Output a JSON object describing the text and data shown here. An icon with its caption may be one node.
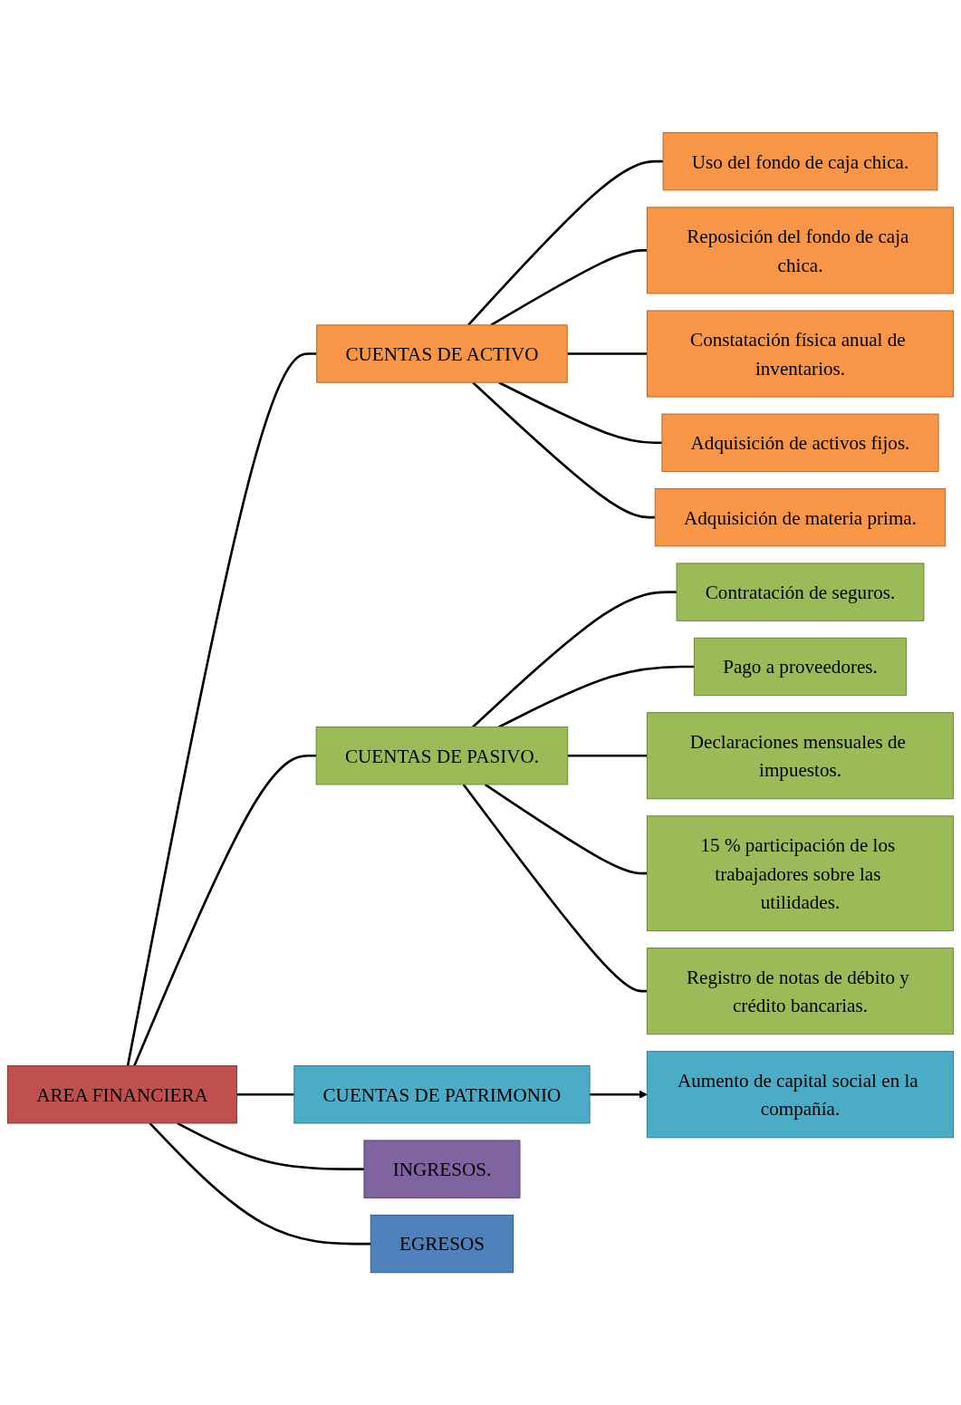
{
  "diagram": {
    "nodes": [
      {
        "text": [
          "AREA FINANCIERA"
        ]
      },
      {
        "text": [
          "CUENTAS DE ACTIVO"
        ]
      },
      {
        "text": [
          "Uso del fondo de caja chica."
        ]
      },
      {
        "text": [
          "Reposición del fondo de caja chica."
        ]
      },
      {
        "text": [
          "Constatación física anual de inventarios."
        ]
      },
      {
        "text": [
          "Adquisición de activos fijos."
        ]
      },
      {
        "text": [
          "Adquisición de materia prima."
        ]
      },
      {
        "text": [
          "CUENTAS DE PASIVO."
        ]
      },
      {
        "text": [
          "Contratación de seguros."
        ]
      },
      {
        "text": [
          "Pago a proveedores."
        ]
      },
      {
        "text": [
          "Declaraciones mensuales de impuestos."
        ]
      },
      {
        "text": [
          "15 % participación de los trabajadores sobre las utilidades."
        ]
      },
      {
        "text": [
          "Registro de notas de débito y crédito bancarias."
        ]
      },
      {
        "text": [
          "CUENTAS DE PATRIMONIO"
        ]
      },
      {
        "text": [
          "Aumento de capital social en la compañía."
        ]
      },
      {
        "text": [
          "INGRESOS."
        ]
      },
      {
        "text": [
          "EGRESOS"
        ]
      }
    ],
    "edges": [
      {
        "from": 0,
        "to": 1,
        "arrow": "none"
      },
      {
        "from": 0,
        "to": 7,
        "arrow": "none"
      },
      {
        "from": 0,
        "to": 13,
        "arrow": "none"
      },
      {
        "from": 0,
        "to": 15,
        "arrow": "none"
      },
      {
        "from": 0,
        "to": 16,
        "arrow": "none"
      },
      {
        "from": 1,
        "to": 2,
        "arrow": "none"
      },
      {
        "from": 1,
        "to": 3,
        "arrow": "none"
      },
      {
        "from": 1,
        "to": 4,
        "arrow": "none"
      },
      {
        "from": 1,
        "to": 5,
        "arrow": "none"
      },
      {
        "from": 1,
        "to": 6,
        "arrow": "none"
      },
      {
        "from": 7,
        "to": 8,
        "arrow": "none"
      },
      {
        "from": 7,
        "to": 9,
        "arrow": "none"
      },
      {
        "from": 7,
        "to": 10,
        "arrow": "none"
      },
      {
        "from": 7,
        "to": 11,
        "arrow": "none"
      },
      {
        "from": 7,
        "to": 12,
        "arrow": "none"
      },
      {
        "from": 13,
        "to": 14,
        "arrow": "to"
      }
    ]
  }
}
